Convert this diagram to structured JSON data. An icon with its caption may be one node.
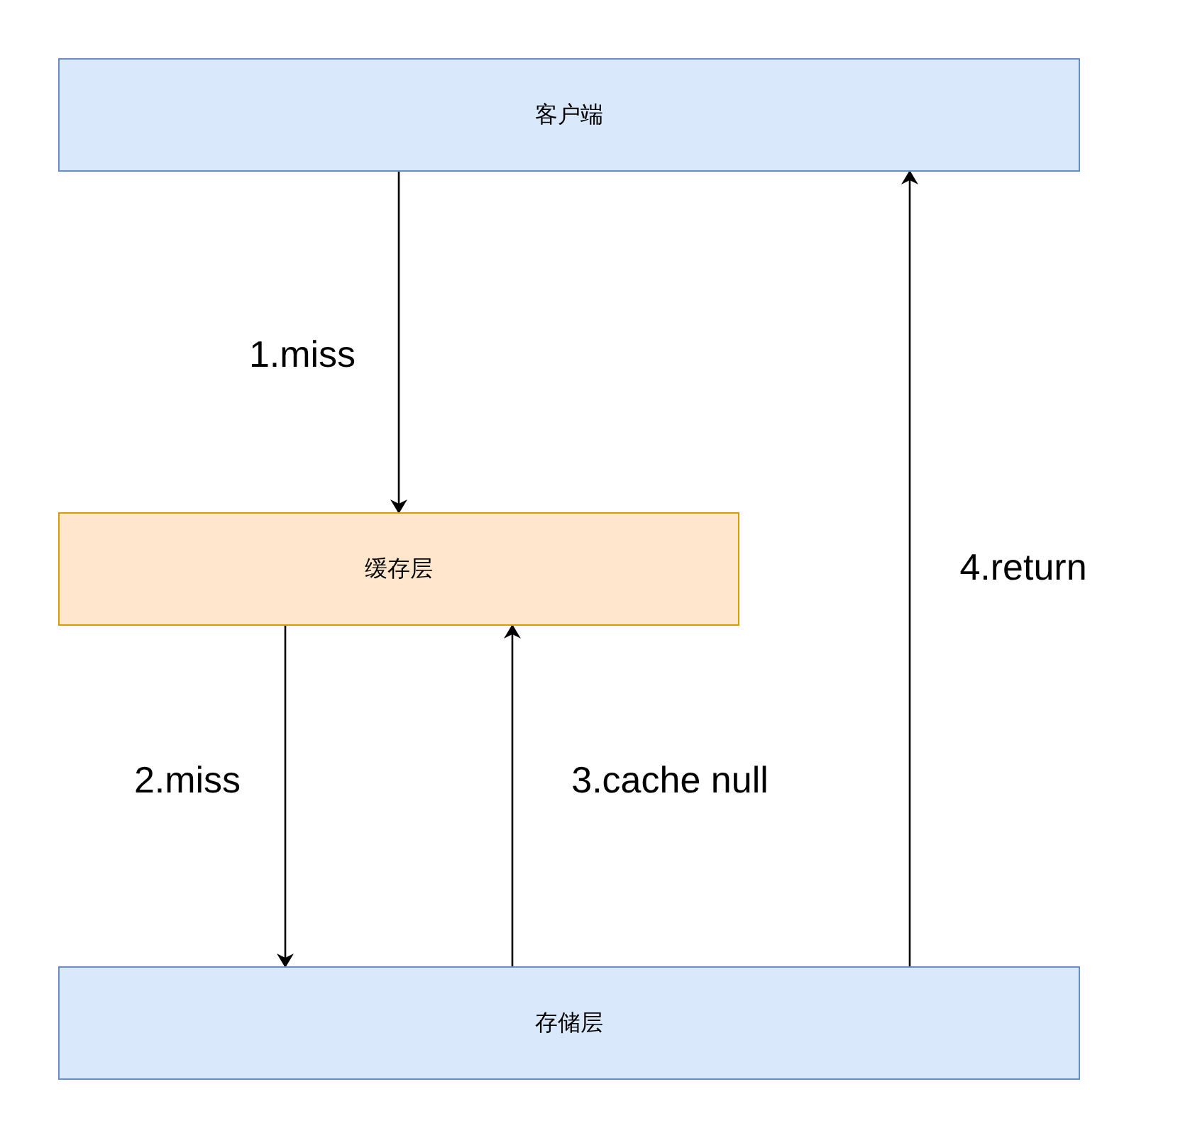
{
  "diagram": {
    "nodes": [
      {
        "text": [
          "客户端"
        ]
      },
      {
        "text": [
          "缓存层"
        ]
      },
      {
        "text": [
          "存储层"
        ]
      }
    ],
    "edges": [
      {
        "from": 0,
        "to": 1,
        "arrow": "to",
        "label": "1.miss"
      },
      {
        "from": 1,
        "to": 2,
        "arrow": "to",
        "label": "2.miss"
      },
      {
        "from": 2,
        "to": 1,
        "arrow": "to",
        "label": "3.cache null"
      },
      {
        "from": 2,
        "to": 0,
        "arrow": "to",
        "label": "4.return"
      }
    ]
  }
}
